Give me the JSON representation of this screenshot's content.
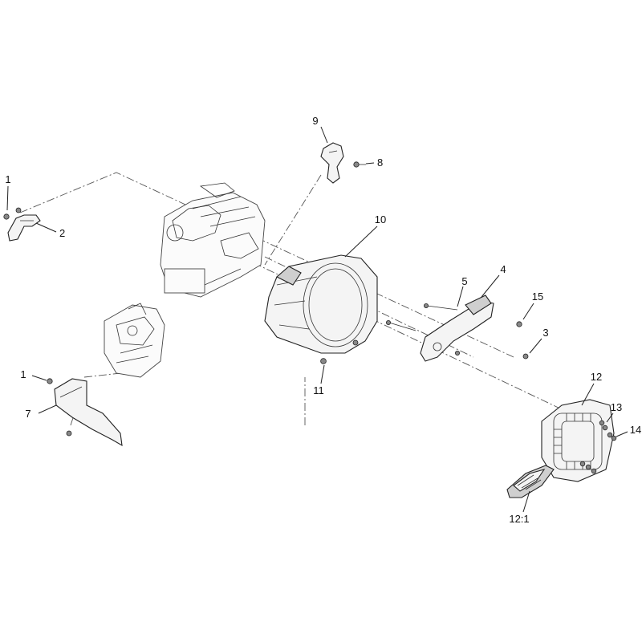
{
  "callouts": {
    "c1_top": "1",
    "c2": "2",
    "c9": "9",
    "c8": "8",
    "c10": "10",
    "c5": "5",
    "c4": "4",
    "c15": "15",
    "c3": "3",
    "c11": "11",
    "c1_bottom": "1",
    "c7": "7",
    "c12": "12",
    "c13": "13",
    "c14": "14",
    "c12_1": "12:1"
  }
}
